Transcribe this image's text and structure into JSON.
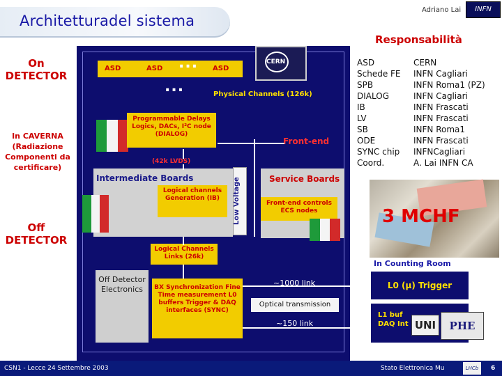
{
  "header": {
    "title": "Architetturadel sistema",
    "author": "Adriano Lai",
    "logo_text": "INFN",
    "responsibility_title": "Responsabilità"
  },
  "left_labels": {
    "on_detector": "On DETECTOR",
    "caverna": "In CAVERNA (Radiazione Componenti da certificare)",
    "off_detector": "Off DETECTOR"
  },
  "diagram": {
    "asd_labels": [
      "ASD",
      "ASD",
      "ASD"
    ],
    "ellipsis": "...",
    "cern_logo_text": "CERN",
    "physical_channels": "Physical Channels (126k)",
    "dialog_box": "Programmable Delays Logics, DACs, I²C node (DIALOG)",
    "front_end": "Front-end",
    "lvds": "(42k LVDS)",
    "intermediate_boards": "Intermediate Boards",
    "ib_box": "Logical channels Generation (IB)",
    "low_voltage": "Low Voltage",
    "service_boards": "Service Boards",
    "ecs_box": "Front-end controls ECS nodes",
    "logical_links": "Logical Channels Links (26k)",
    "off_detector_electronics": "Off Detector Electronics",
    "sync_box": "BX Synchronization Fine Time measurement L0 buffers Trigger & DAQ interfaces (SYNC)",
    "link_1000": "~1000 link",
    "optical_transmission": "Optical transmission",
    "link_150": "~150 link"
  },
  "responsibilities": [
    {
      "item": "ASD",
      "owner": "CERN"
    },
    {
      "item": "Schede FE",
      "owner": "INFN Cagliari"
    },
    {
      "item": "SPB",
      "owner": "INFN Roma1 (PZ)"
    },
    {
      "item": "DIALOG",
      "owner": "INFN Cagliari"
    },
    {
      "item": "IB",
      "owner": "INFN Frascati"
    },
    {
      "item": "LV",
      "owner": "INFN Frascati"
    },
    {
      "item": "SB",
      "owner": "INFN Roma1"
    },
    {
      "item": "ODE",
      "owner": "INFN Frascati"
    },
    {
      "item": "SYNC chip",
      "owner": "INFNCagliari"
    },
    {
      "item": "Coord.",
      "owner": "A. Lai INFN CA"
    }
  ],
  "cost": "3 MCHF",
  "counting_room": {
    "title": "In Counting Room",
    "l0_trigger": "L0 (μ) Trigger",
    "l1_line1": "L1 buf",
    "l1_line2": "DAQ Int",
    "logo_unige": "UNI",
    "logo_phe": "PHE"
  },
  "footer": {
    "left": "CSN1 - Lecce 24 Settembre 2003",
    "right": "Stato Elettronica Mu",
    "logo": "LHCb",
    "page_number": "6"
  },
  "colors": {
    "panel": "#0d0d6e",
    "yellow": "#f2cc00",
    "red": "#cc0000",
    "footer": "#0a1a7a"
  }
}
